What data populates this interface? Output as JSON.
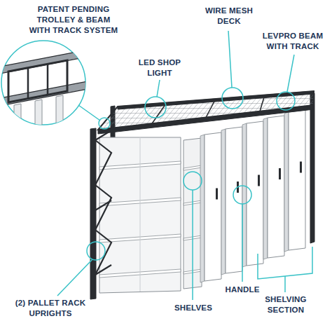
{
  "diagram": {
    "labels": [
      "PATENT PENDING TROLLEY & BEAM WITH TRACK SYSTEM",
      "LED SHOP LIGHT",
      "WIRE MESH DECK",
      "LEVPRO BEAM WITH TRACK",
      "HANDLE",
      "(2) PALLET RACK UPRIGHTS",
      "SHELVES",
      "SHELVING SECTION"
    ]
  }
}
